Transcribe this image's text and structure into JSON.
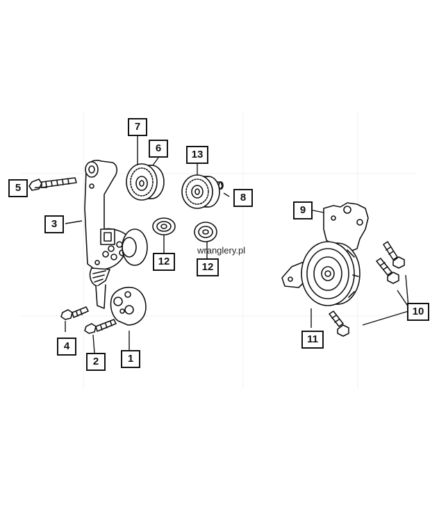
{
  "watermark": "wranglery.pl",
  "callouts": {
    "c1": "1",
    "c2": "2",
    "c3": "3",
    "c4": "4",
    "c5": "5",
    "c6": "6",
    "c7": "7",
    "c8": "8",
    "c9": "9",
    "c10": "10",
    "c11": "11",
    "c12a": "12",
    "c12b": "12",
    "c13": "13"
  },
  "colors": {
    "line": "#111111",
    "faint_grid": "#eef1f4"
  }
}
